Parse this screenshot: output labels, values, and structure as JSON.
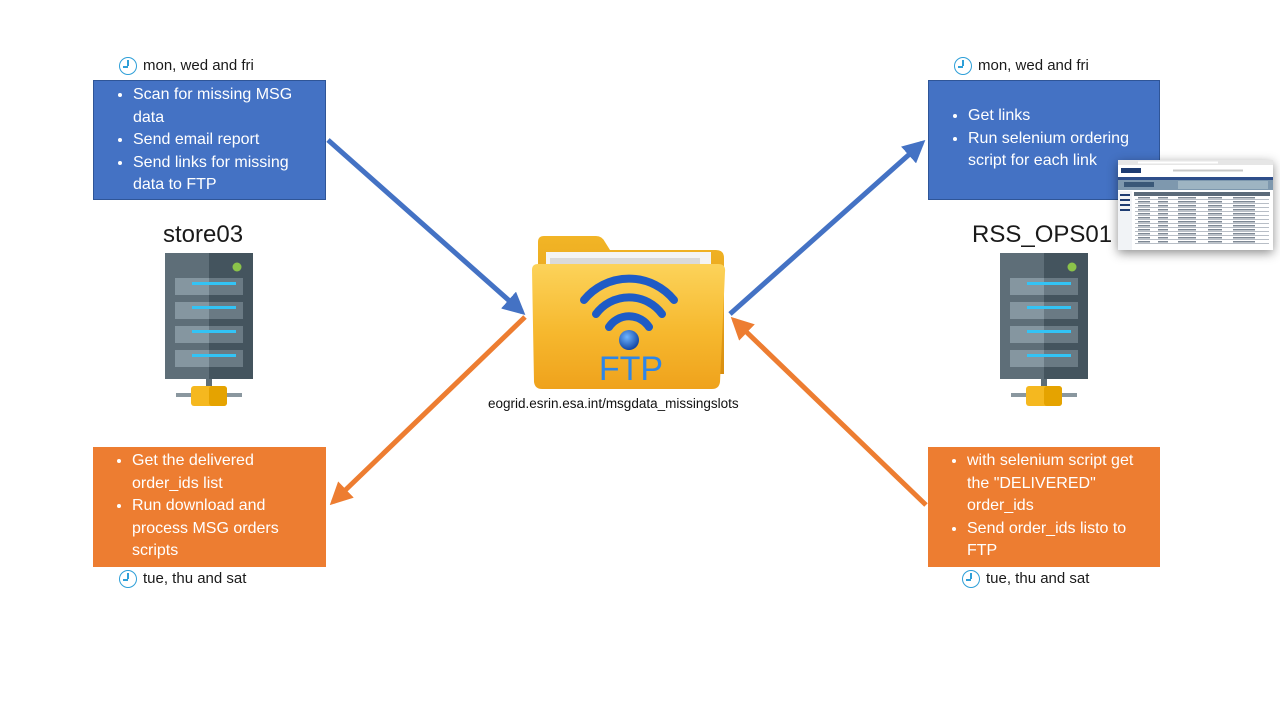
{
  "left": {
    "top_schedule": "mon, wed and fri",
    "top_items": [
      "Scan for missing MSG data",
      "Send email report",
      "Send links for missing data to FTP"
    ],
    "host": "store03",
    "bottom_items": [
      "Get the delivered order_ids list",
      "Run download and process MSG orders scripts"
    ],
    "bottom_schedule": "tue, thu and sat"
  },
  "right": {
    "top_schedule": "mon, wed and fri",
    "top_items": [
      "Get links",
      "Run selenium ordering script for each link"
    ],
    "host": "RSS_OPS01",
    "bottom_items": [
      "with selenium script get the \"DELIVERED\" order_ids",
      "Send order_ids listo to FTP"
    ],
    "bottom_schedule": "tue, thu and sat"
  },
  "ftp": {
    "label": "FTP",
    "address": "eogrid.esrin.esa.int/msgdata_missingslots"
  },
  "icons": {
    "schedule": "clock-icon",
    "server": "server-icon",
    "ftp": "ftp-folder-icon"
  },
  "colors": {
    "blue_box": "#4472C4",
    "orange_box": "#ED7D31",
    "blue_arrow": "#4472C4",
    "orange_arrow": "#ED7D31",
    "clock": "#2E9FD8"
  }
}
